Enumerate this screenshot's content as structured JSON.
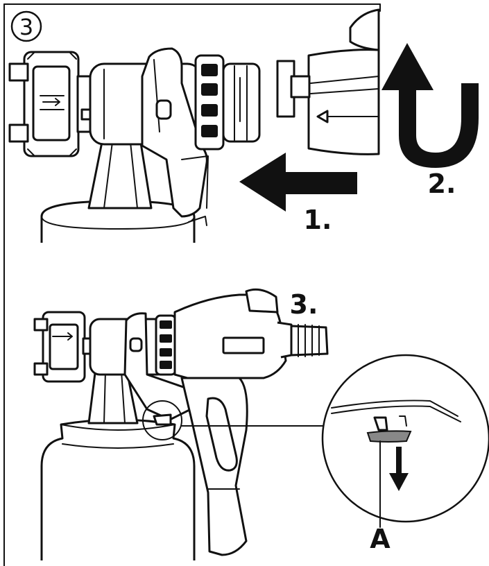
{
  "figure": {
    "step_number": "3",
    "labels": {
      "step1": "1.",
      "step2": "2.",
      "step3": "3.",
      "part_a": "A"
    },
    "colors": {
      "ink": "#111111",
      "paper": "#ffffff",
      "part_a_fill": "#888888"
    },
    "icons": [
      "push-arrow-icon",
      "rotate-arrow-icon",
      "down-arrow-icon"
    ]
  }
}
